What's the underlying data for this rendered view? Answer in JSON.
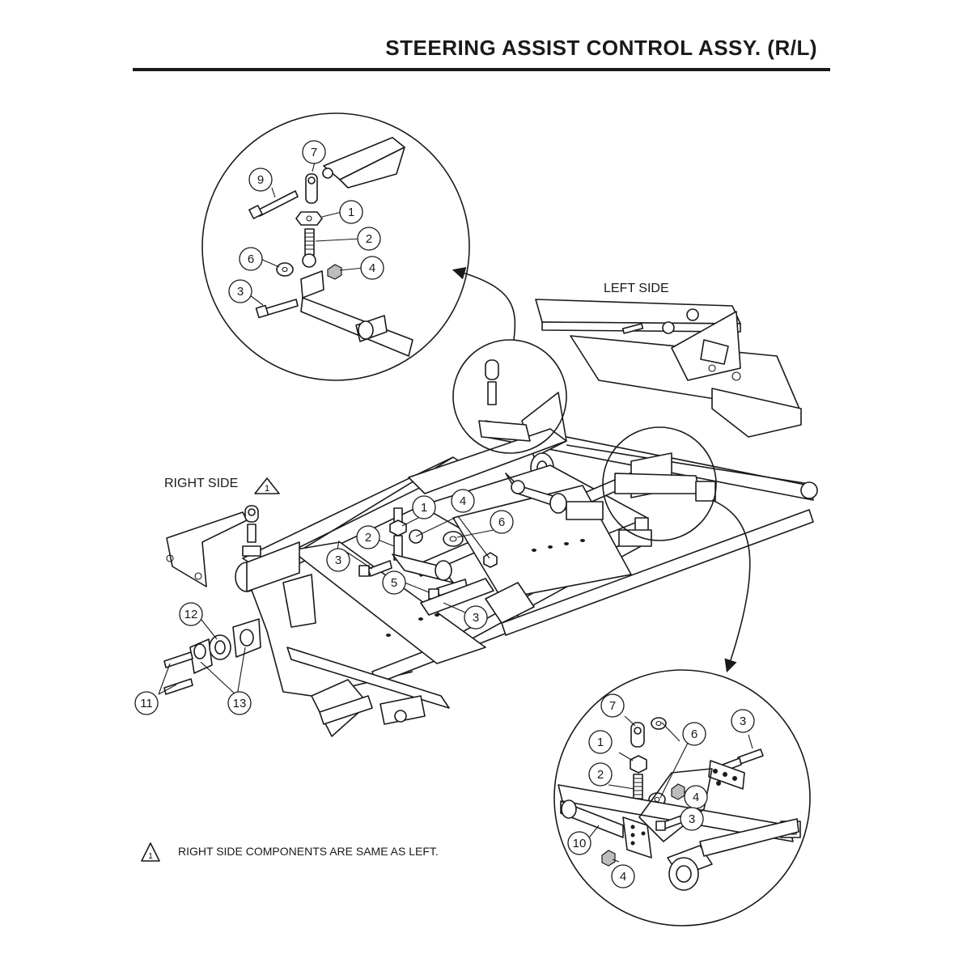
{
  "page_title": "STEERING ASSIST CONTROL ASSY. (R/L)",
  "labels": {
    "left_side": "LEFT SIDE",
    "right_side": "RIGHT SIDE",
    "right_side_note_marker": "1"
  },
  "footnote": {
    "marker": "1",
    "text": "RIGHT SIDE COMPONENTS ARE SAME AS LEFT."
  },
  "detail_top_callouts": [
    "7",
    "9",
    "1",
    "2",
    "6",
    "4",
    "3"
  ],
  "main_callouts": [
    "1",
    "4",
    "6",
    "2",
    "3",
    "5",
    "3",
    "12",
    "11",
    "13"
  ],
  "detail_bottom_callouts": [
    "7",
    "6",
    "3",
    "1",
    "2",
    "4",
    "3",
    "10",
    "4"
  ]
}
